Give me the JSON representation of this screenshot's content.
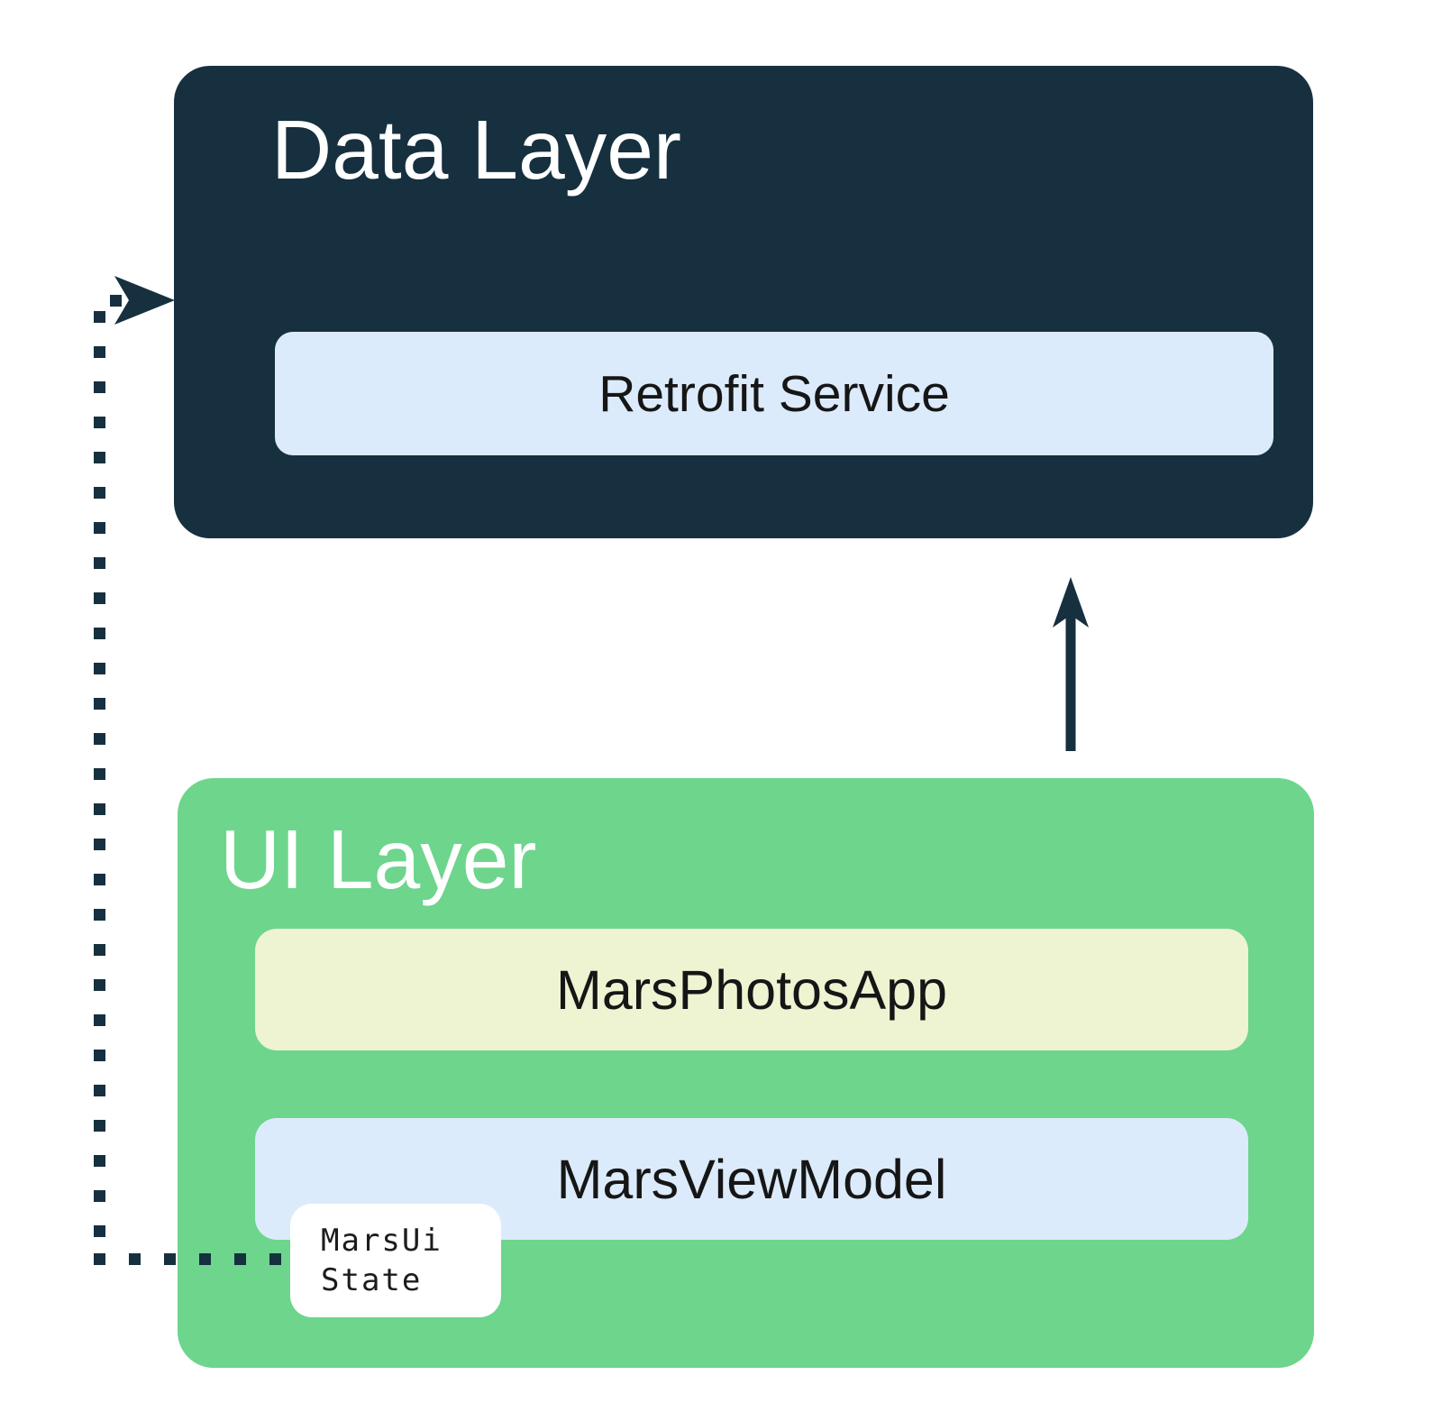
{
  "colors": {
    "dark": "#16303F",
    "green": "#6DD58C",
    "light_blue": "#DCEBFB",
    "pale_yellow": "#EEF3D2",
    "white": "#FFFFFF",
    "label_text": "#161616"
  },
  "data_layer": {
    "title": "Data Layer",
    "service_label": "Retrofit Service"
  },
  "ui_layer": {
    "title": "UI Layer",
    "app_label": "MarsPhotosApp",
    "viewmodel_label": "MarsViewModel",
    "ui_state": {
      "line1": "MarsUi",
      "line2": "State"
    }
  },
  "connections": {
    "ui_to_data_solid_arrow": "MarsViewModel requests data from Retrofit Service (solid arrow up)",
    "data_to_ui_dotted_arrow": "Data flows back as MarsUiState (dotted arrow into Data Layer)"
  }
}
